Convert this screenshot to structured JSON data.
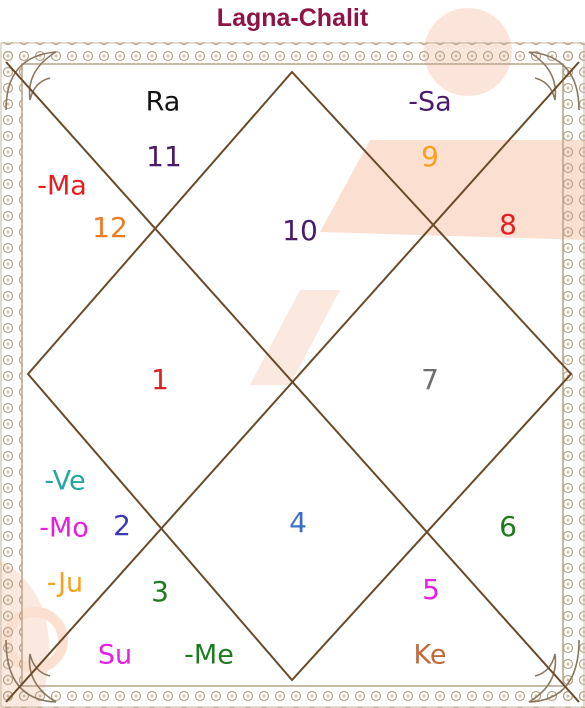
{
  "title": "Lagna-Chalit",
  "colors": {
    "title": "#8e1445",
    "frame_stroke": "#b7a38a",
    "lines": "#6b4a2a",
    "watermark": "#fbe0d2"
  },
  "houses": [
    {
      "id": "h1",
      "number": "1",
      "color": "#e41e1e"
    },
    {
      "id": "h2",
      "number": "2",
      "color": "#3a3ab8"
    },
    {
      "id": "h3",
      "number": "3",
      "color": "#1d7a1d"
    },
    {
      "id": "h4",
      "number": "4",
      "color": "#3b6fc7"
    },
    {
      "id": "h5",
      "number": "5",
      "color": "#e61ee0"
    },
    {
      "id": "h6",
      "number": "6",
      "color": "#1d7a1d"
    },
    {
      "id": "h7",
      "number": "7",
      "color": "#6e6e6e"
    },
    {
      "id": "h8",
      "number": "8",
      "color": "#e41e1e"
    },
    {
      "id": "h9",
      "number": "9",
      "color": "#f5a11b"
    },
    {
      "id": "h10",
      "number": "10",
      "color": "#4b1a6b"
    },
    {
      "id": "h11",
      "number": "11",
      "color": "#4b1a6b"
    },
    {
      "id": "h12",
      "number": "12",
      "color": "#f07a22"
    }
  ],
  "planets": [
    {
      "id": "ra",
      "label": "Ra",
      "color": "#111111"
    },
    {
      "id": "sa",
      "label": "-Sa",
      "color": "#4b1a6b"
    },
    {
      "id": "ma",
      "label": "-Ma",
      "color": "#e41e1e"
    },
    {
      "id": "ve",
      "label": "-Ve",
      "color": "#26a6a0"
    },
    {
      "id": "mo",
      "label": "-Mo",
      "color": "#e61ee0"
    },
    {
      "id": "ju",
      "label": "-Ju",
      "color": "#f5a11b"
    },
    {
      "id": "su",
      "label": "Su",
      "color": "#e61ee0"
    },
    {
      "id": "me",
      "label": "-Me",
      "color": "#1d7a1d"
    },
    {
      "id": "ke",
      "label": "Ke",
      "color": "#c06a3a"
    }
  ]
}
